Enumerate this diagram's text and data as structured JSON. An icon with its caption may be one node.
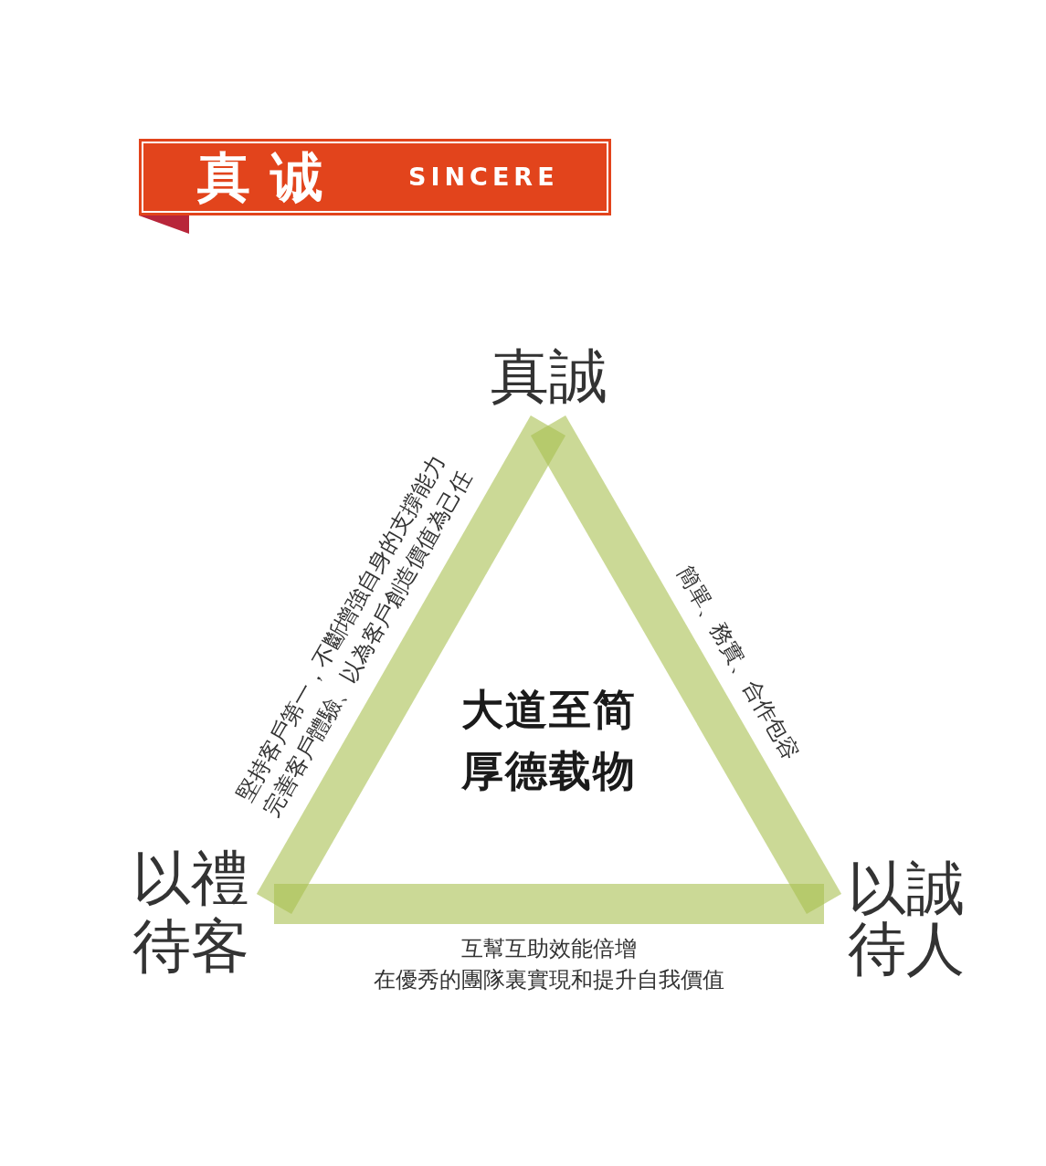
{
  "diagram": {
    "nodes": [
      {
        "text": [
          "真诚",
          "SINCERE"
        ]
      },
      {
        "text": [
          "真誠"
        ]
      },
      {
        "text": [
          "以禮待客"
        ]
      },
      {
        "text": [
          "以誠待人"
        ]
      }
    ],
    "edges": [
      {
        "from": 1,
        "to": 2,
        "arrow": "none",
        "label": "堅持客戶第一，不斷增強自身的支撐能力完善客戶體驗、以為客戶創造價值為己任"
      },
      {
        "from": 1,
        "to": 3,
        "arrow": "none",
        "label": "簡單、務實、合作包容"
      },
      {
        "from": 2,
        "to": 3,
        "arrow": "none",
        "label": "互幫互助效能倍增在優秀的團隊裏實現和提升自我價值"
      }
    ],
    "labels": [
      "大道至简",
      "厚德载物"
    ]
  }
}
